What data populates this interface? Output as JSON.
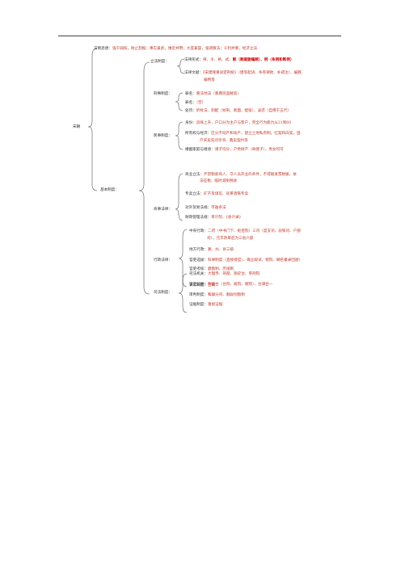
{
  "root": "宋朝",
  "thought": {
    "label": "法制思想：",
    "text": "强干弱枝，防止割据；事实兼武，维近并用；大度兼容，强调敬法；义利并重，经济立法"
  },
  "basic": "基本制度：",
  "legislation": {
    "label": "立法制度：",
    "forms": {
      "label": "法律形式：",
      "text": "律、令、格、式、",
      "bold": "敕（敕裁删编敕）、例（条例和断例）"
    },
    "codes": {
      "label": "法律文献：",
      "text": "《宋建隆重详定刑统》（唐等起语、条卷律款、补疏注）、编敕、",
      "text2": "编例等"
    }
  },
  "criminal": {
    "label": "刑事制度：",
    "items": [
      {
        "label": "罪名：",
        "text": "重法地法（重典惩盗贼恶）"
      },
      {
        "label": "罪名：",
        "text": "（空）"
      },
      {
        "label": "处罚：",
        "text": "折杖法、刺配（杖刑、刺面、配役）、凌迟（自用于五代）"
      }
    ]
  },
  "civil": {
    "label": "民事制度：",
    "items": [
      {
        "label": "身份：",
        "text": "良贱上升，户口分为主户与客户，完全行为能力从21到60"
      },
      {
        "label": "所有权与经济：",
        "text": "区分不动产和动产，建立土地私有制，红契和白契，田",
        "text2": "产买卖先问亲邻、典卖契约等"
      },
      {
        "label": "婚姻家庭与继承：",
        "text": "诸子均分，户绝财产（命继子），男女均可"
      }
    ]
  },
  "commerce": {
    "label": "商事法律：",
    "items": [
      {
        "label": "商业立法：",
        "text": "严禁勒索商人、守人员开业的条件，不得随发票税拔，依",
        "text2": "法征税，临时减免税收"
      },
      {
        "label": "专卖立法：",
        "text": "矿产及煤炭、盐茶酒铁专卖"
      },
      {
        "label": "对外贸易法规：",
        "text": "市舶条法"
      },
      {
        "label": "财政管理法规：",
        "text": "审计院、《会计录》"
      }
    ]
  },
  "administrative": {
    "label": "行政法律：",
    "items": [
      {
        "label": "中央行政：",
        "text": "二府（中书门下、枢密院）三司（度支司、盐铁司、户部",
        "text2": "司），元丰改革后为三省六部"
      },
      {
        "label": "地方行政：",
        "text": "路、州、县三级"
      },
      {
        "label": "官吏选拔：",
        "text": "科举制度（直接授官）、确立殿试、锁院、糊名誊录回避）"
      },
      {
        "label": "官吏考核：",
        "text": "磨勘制、历纸制"
      },
      {
        "label": "官吏监察：",
        "text": "御史台（台院、殿院、察院）、台谏合一"
      }
    ]
  },
  "judicial": {
    "label": "司法制度：",
    "items": [
      {
        "label": "司法机关：",
        "text": "大理寺、刑部、御史台、审刑院"
      },
      {
        "label": "诉讼制度：",
        "text": "告期"
      },
      {
        "label": "审判制度：",
        "text": "鞫谳分司、翻异别勘制"
      },
      {
        "label": "证据制度：",
        "text": "重视证据"
      }
    ]
  }
}
